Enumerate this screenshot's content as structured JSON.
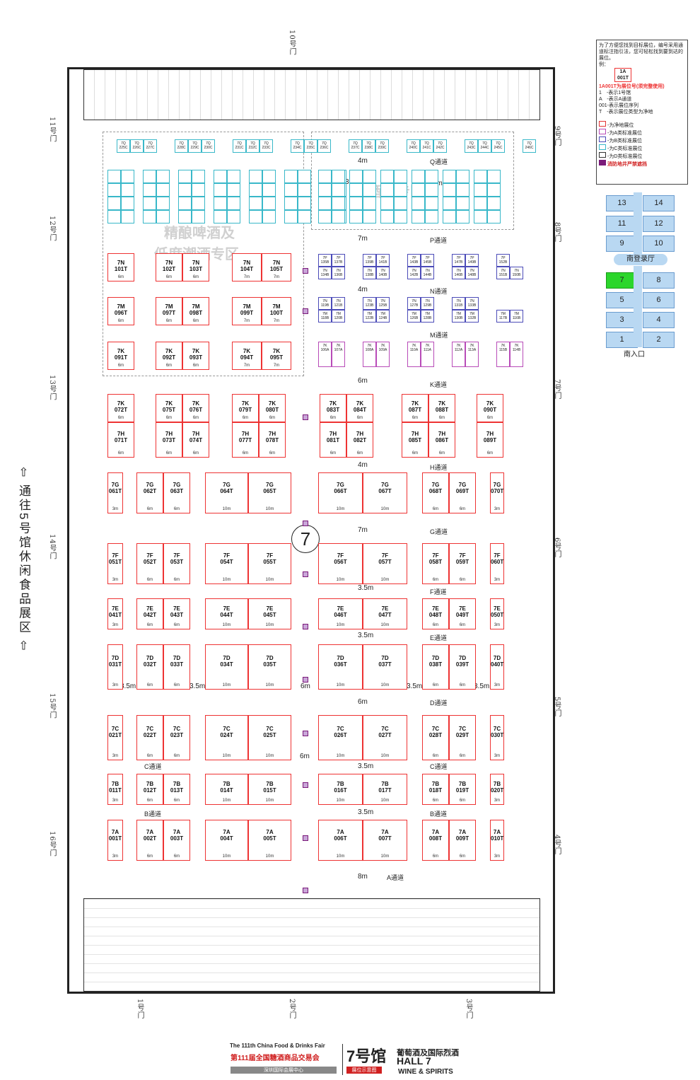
{
  "gates": {
    "top": "10号门",
    "left": [
      "11号门",
      "12号门",
      "13号门",
      "14号门",
      "15号门",
      "16号门"
    ],
    "right": [
      "9号门",
      "8号门",
      "7号门",
      "6号门",
      "5号门",
      "4号门"
    ],
    "bottom": [
      "1号门",
      "2号门",
      "3号门"
    ]
  },
  "side_label": "⇦ 通往5号馆休闲食品展区 ⇦",
  "hall_number": "7",
  "watermarks": [
    "精酿啤酒及",
    "低度潮酒专区",
    "酒具专区"
  ],
  "aisles": {
    "Q": "Q通道",
    "P": "P通道",
    "N": "N通道",
    "M": "M通道",
    "K": "K通道",
    "H": "H通道",
    "G": "G通道",
    "F": "F通道",
    "E": "E通道",
    "D": "D通道",
    "C": "C通道",
    "B": "B通道",
    "A": "A通道"
  },
  "measurements": {
    "m4": "4m",
    "m35": "3.5m",
    "m7": "7m",
    "m6": "6m",
    "m8": "8m",
    "m35b": "3.5m",
    "m35c": "3.5m",
    "m6b": "6m",
    "m6c": "6m",
    "m4b": "4m",
    "m4c": "4m",
    "m4d": "4m",
    "m4e": "4m"
  },
  "legend": {
    "intro": "为了方便您找到目标展位，编号采用通道标注指引法，您可轻松找到要到达的展位。",
    "example_label": "例：",
    "example_code": "1A\n001T",
    "example_title": "1A001T为展位号(须完整使用)",
    "lines": [
      "1　-表示1号馆",
      "A　-表示A通道",
      "001-表示展位序列",
      "T　-表示展位类型为净地"
    ],
    "types": [
      "-为净地展位",
      "-为A类标准展位",
      "-为B类标准展位",
      "-为C类标准展位",
      "-为D类标准展位",
      "消防地井严禁遮挡"
    ],
    "type_colors": [
      "#e33333",
      "#b84bb8",
      "#4b4bb8",
      "#39b8c9",
      "#333333",
      "#7a1a7a"
    ]
  },
  "mini_map": {
    "cells": [
      "13",
      "14",
      "11",
      "12",
      "9",
      "10",
      "7",
      "8",
      "5",
      "6",
      "3",
      "4",
      "1",
      "2"
    ],
    "hall_highlight": "7",
    "lobby": "南登录厅",
    "entrance": "南入口",
    "highlight_color": "#2bd62b"
  },
  "footer": {
    "en": "The 111th China Food & Drinks Fair",
    "cn": "第111届全国糖酒商品交易会",
    "venue": "深圳国际会展中心",
    "hall": "7号馆",
    "tag": "展位示意图",
    "theme_cn": "葡萄酒及国际烈酒",
    "theme_en1": "HALL 7",
    "theme_en2": "WINE & SPIRITS"
  },
  "booths": [
    {
      "id": "7N101T",
      "l": "7N\n101T",
      "w": "6m"
    },
    {
      "id": "7N102T",
      "l": "7N\n102T",
      "w": "6m"
    },
    {
      "id": "7N103T",
      "l": "7N\n103T",
      "w": "6m"
    },
    {
      "id": "7N104T",
      "l": "7N\n104T",
      "w": "7m"
    },
    {
      "id": "7N105T",
      "l": "7N\n105T",
      "w": "7m"
    },
    {
      "id": "7M096T",
      "l": "7M\n096T",
      "w": "6m"
    },
    {
      "id": "7M097T",
      "l": "7M\n097T",
      "w": "6m"
    },
    {
      "id": "7M098T",
      "l": "7M\n098T",
      "w": "6m"
    },
    {
      "id": "7M099T",
      "l": "7M\n099T",
      "w": "7m"
    },
    {
      "id": "7M100T",
      "l": "7M\n100T",
      "w": "7m"
    },
    {
      "id": "7K091T",
      "l": "7K\n091T",
      "w": "6m"
    },
    {
      "id": "7K092T",
      "l": "7K\n092T",
      "w": "6m"
    },
    {
      "id": "7K093T",
      "l": "7K\n093T",
      "w": "6m"
    },
    {
      "id": "7K094T",
      "l": "7K\n094T",
      "w": "7m"
    },
    {
      "id": "7K095T",
      "l": "7K\n095T",
      "w": "7m"
    },
    {
      "id": "7K072T",
      "l": "7K\n072T",
      "w": "6m"
    },
    {
      "id": "7K075T",
      "l": "7K\n075T",
      "w": "6m"
    },
    {
      "id": "7K076T",
      "l": "7K\n076T",
      "w": "6m"
    },
    {
      "id": "7K079T",
      "l": "7K\n079T",
      "w": "6m"
    },
    {
      "id": "7K080T",
      "l": "7K\n080T",
      "w": "6m"
    },
    {
      "id": "7K083T",
      "l": "7K\n083T",
      "w": "6m"
    },
    {
      "id": "7K084T",
      "l": "7K\n084T",
      "w": "6m"
    },
    {
      "id": "7K087T",
      "l": "7K\n087T",
      "w": "6m"
    },
    {
      "id": "7K088T",
      "l": "7K\n088T",
      "w": "6m"
    },
    {
      "id": "7K090T",
      "l": "7K\n090T",
      "w": "6m"
    },
    {
      "id": "7H071T",
      "l": "7H\n071T",
      "w": "6m"
    },
    {
      "id": "7H073T",
      "l": "7H\n073T",
      "w": "6m"
    },
    {
      "id": "7H074T",
      "l": "7H\n074T",
      "w": "6m"
    },
    {
      "id": "7H077T",
      "l": "7H\n077T",
      "w": "6m"
    },
    {
      "id": "7H078T",
      "l": "7H\n078T",
      "w": "6m"
    },
    {
      "id": "7H081T",
      "l": "7H\n081T",
      "w": "6m"
    },
    {
      "id": "7H082T",
      "l": "7H\n082T",
      "w": "6m"
    },
    {
      "id": "7H085T",
      "l": "7H\n085T",
      "w": "6m"
    },
    {
      "id": "7H086T",
      "l": "7H\n086T",
      "w": "6m"
    },
    {
      "id": "7H089T",
      "l": "7H\n089T",
      "w": "6m"
    },
    {
      "id": "7G061T",
      "l": "7G\n061T",
      "w": "3m"
    },
    {
      "id": "7G062T",
      "l": "7G\n062T",
      "w": "6m"
    },
    {
      "id": "7G063T",
      "l": "7G\n063T",
      "w": "6m"
    },
    {
      "id": "7G064T",
      "l": "7G\n064T",
      "w": "10m"
    },
    {
      "id": "7G065T",
      "l": "7G\n065T",
      "w": "10m"
    },
    {
      "id": "7G066T",
      "l": "7G\n066T",
      "w": "10m"
    },
    {
      "id": "7G067T",
      "l": "7G\n067T",
      "w": "10m"
    },
    {
      "id": "7G068T",
      "l": "7G\n068T",
      "w": "6m"
    },
    {
      "id": "7G069T",
      "l": "7G\n069T",
      "w": "6m"
    },
    {
      "id": "7G070T",
      "l": "7G\n070T",
      "w": "3m"
    },
    {
      "id": "7F051T",
      "l": "7F\n051T",
      "w": "3m"
    },
    {
      "id": "7F052T",
      "l": "7F\n052T",
      "w": "6m"
    },
    {
      "id": "7F053T",
      "l": "7F\n053T",
      "w": "6m"
    },
    {
      "id": "7F054T",
      "l": "7F\n054T",
      "w": "10m"
    },
    {
      "id": "7F055T",
      "l": "7F\n055T",
      "w": "10m"
    },
    {
      "id": "7F056T",
      "l": "7F\n056T",
      "w": "10m"
    },
    {
      "id": "7F057T",
      "l": "7F\n057T",
      "w": "10m"
    },
    {
      "id": "7F058T",
      "l": "7F\n058T",
      "w": "6m"
    },
    {
      "id": "7F059T",
      "l": "7F\n059T",
      "w": "6m"
    },
    {
      "id": "7F060T",
      "l": "7F\n060T",
      "w": "3m"
    },
    {
      "id": "7E041T",
      "l": "7E\n041T",
      "w": "3m"
    },
    {
      "id": "7E042T",
      "l": "7E\n042T",
      "w": "6m"
    },
    {
      "id": "7E043T",
      "l": "7E\n043T",
      "w": "6m"
    },
    {
      "id": "7E044T",
      "l": "7E\n044T",
      "w": "10m"
    },
    {
      "id": "7E045T",
      "l": "7E\n045T",
      "w": "10m"
    },
    {
      "id": "7E046T",
      "l": "7E\n046T",
      "w": "10m"
    },
    {
      "id": "7E047T",
      "l": "7E\n047T",
      "w": "10m"
    },
    {
      "id": "7E048T",
      "l": "7E\n048T",
      "w": "6m"
    },
    {
      "id": "7E049T",
      "l": "7E\n049T",
      "w": "6m"
    },
    {
      "id": "7E050T",
      "l": "7E\n050T",
      "w": "3m"
    },
    {
      "id": "7D031T",
      "l": "7D\n031T",
      "w": "3m"
    },
    {
      "id": "7D032T",
      "l": "7D\n032T",
      "w": "6m"
    },
    {
      "id": "7D033T",
      "l": "7D\n033T",
      "w": "6m"
    },
    {
      "id": "7D034T",
      "l": "7D\n034T",
      "w": "10m"
    },
    {
      "id": "7D035T",
      "l": "7D\n035T",
      "w": "10m"
    },
    {
      "id": "7D036T",
      "l": "7D\n036T",
      "w": "10m"
    },
    {
      "id": "7D037T",
      "l": "7D\n037T",
      "w": "10m"
    },
    {
      "id": "7D038T",
      "l": "7D\n038T",
      "w": "6m"
    },
    {
      "id": "7D039T",
      "l": "7D\n039T",
      "w": "6m"
    },
    {
      "id": "7D040T",
      "l": "7D\n040T",
      "w": "3m"
    },
    {
      "id": "7C021T",
      "l": "7C\n021T",
      "w": "3m"
    },
    {
      "id": "7C022T",
      "l": "7C\n022T",
      "w": "6m"
    },
    {
      "id": "7C023T",
      "l": "7C\n023T",
      "w": "6m"
    },
    {
      "id": "7C024T",
      "l": "7C\n024T",
      "w": "10m"
    },
    {
      "id": "7C025T",
      "l": "7C\n025T",
      "w": "10m"
    },
    {
      "id": "7C026T",
      "l": "7C\n026T",
      "w": "10m"
    },
    {
      "id": "7C027T",
      "l": "7C\n027T",
      "w": "10m"
    },
    {
      "id": "7C028T",
      "l": "7C\n028T",
      "w": "6m"
    },
    {
      "id": "7C029T",
      "l": "7C\n029T",
      "w": "6m"
    },
    {
      "id": "7C030T",
      "l": "7C\n030T",
      "w": "3m"
    },
    {
      "id": "7B011T",
      "l": "7B\n011T",
      "w": "3m"
    },
    {
      "id": "7B012T",
      "l": "7B\n012T",
      "w": "6m"
    },
    {
      "id": "7B013T",
      "l": "7B\n013T",
      "w": "6m"
    },
    {
      "id": "7B014T",
      "l": "7B\n014T",
      "w": "10m"
    },
    {
      "id": "7B015T",
      "l": "7B\n015T",
      "w": "10m"
    },
    {
      "id": "7B016T",
      "l": "7B\n016T",
      "w": "10m"
    },
    {
      "id": "7B017T",
      "l": "7B\n017T",
      "w": "10m"
    },
    {
      "id": "7B018T",
      "l": "7B\n018T",
      "w": "6m"
    },
    {
      "id": "7B019T",
      "l": "7B\n019T",
      "w": "6m"
    },
    {
      "id": "7B020T",
      "l": "7B\n020T",
      "w": "3m"
    },
    {
      "id": "7A001T",
      "l": "7A\n001T",
      "w": "3m"
    },
    {
      "id": "7A002T",
      "l": "7A\n002T",
      "w": "6m"
    },
    {
      "id": "7A003T",
      "l": "7A\n003T",
      "w": "6m"
    },
    {
      "id": "7A004T",
      "l": "7A\n004T",
      "w": "10m"
    },
    {
      "id": "7A005T",
      "l": "7A\n005T",
      "w": "10m"
    },
    {
      "id": "7A006T",
      "l": "7A\n006T",
      "w": "10m"
    },
    {
      "id": "7A007T",
      "l": "7A\n007T",
      "w": "10m"
    },
    {
      "id": "7A008T",
      "l": "7A\n008T",
      "w": "6m"
    },
    {
      "id": "7A009T",
      "l": "7A\n009T",
      "w": "6m"
    },
    {
      "id": "7A010T",
      "l": "7A\n010T",
      "w": "3m"
    }
  ],
  "std_booths": {
    "q_top": [
      "225C",
      "226C",
      "227C",
      "228C",
      "229C",
      "230C",
      "231C",
      "232C",
      "233C",
      "234C",
      "235C",
      "236C",
      "237C",
      "238C",
      "239C",
      "240C",
      "241C",
      "242C",
      "243C",
      "244C",
      "245C",
      "246C"
    ],
    "n_row1": [
      "135B",
      "137B",
      "139B",
      "141B",
      "143B",
      "145B",
      "147B",
      "149B",
      "152B"
    ],
    "n_row2": [
      "134B",
      "136B",
      "138B",
      "140B",
      "142B",
      "144B",
      "146B",
      "148B",
      "151B",
      "150B"
    ],
    "m_row1": [
      "119B",
      "121B",
      "123B",
      "125B",
      "127B",
      "129B",
      "131B",
      "133B"
    ],
    "m_row2": [
      "118B",
      "120B",
      "122B",
      "124B",
      "126B",
      "128B",
      "130B",
      "132B",
      "117B",
      "116B"
    ],
    "k_row": [
      "106A",
      "107A",
      "108A",
      "109A",
      "110A",
      "111A",
      "112A",
      "113A",
      "115B",
      "114B"
    ]
  }
}
